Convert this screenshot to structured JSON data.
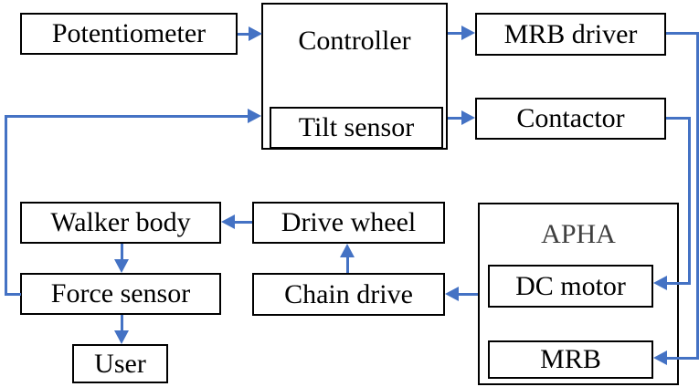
{
  "diagram": {
    "nodes": {
      "potentiometer": {
        "label": "Potentiometer"
      },
      "controller": {
        "label": "Controller"
      },
      "tilt_sensor": {
        "label": "Tilt sensor"
      },
      "mrb_driver": {
        "label": "MRB driver"
      },
      "contactor": {
        "label": "Contactor"
      },
      "walker_body": {
        "label": "Walker body"
      },
      "drive_wheel": {
        "label": "Drive wheel"
      },
      "force_sensor": {
        "label": "Force sensor"
      },
      "chain_drive": {
        "label": "Chain drive"
      },
      "apha": {
        "label": "APHA"
      },
      "dc_motor": {
        "label": "DC motor"
      },
      "mrb": {
        "label": "MRB"
      },
      "user": {
        "label": "User"
      }
    },
    "edges": [
      {
        "from": "Potentiometer",
        "to": "Controller"
      },
      {
        "from": "Controller",
        "to": "MRB driver"
      },
      {
        "from": "Tilt sensor",
        "to": "Contactor"
      },
      {
        "from": "MRB driver",
        "to": "MRB"
      },
      {
        "from": "Contactor",
        "to": "DC motor"
      },
      {
        "from": "APHA",
        "to": "Chain drive"
      },
      {
        "from": "Chain drive",
        "to": "Drive wheel"
      },
      {
        "from": "Drive wheel",
        "to": "Walker body"
      },
      {
        "from": "Walker body",
        "to": "Force sensor"
      },
      {
        "from": "Force sensor",
        "to": "User"
      },
      {
        "from": "Force sensor",
        "to": "Tilt sensor"
      }
    ],
    "colors": {
      "arrow": "#4472C4",
      "box_border": "#000000",
      "text": "#000000",
      "apha_label": "#3f3f3f",
      "background": "#ffffff"
    }
  }
}
